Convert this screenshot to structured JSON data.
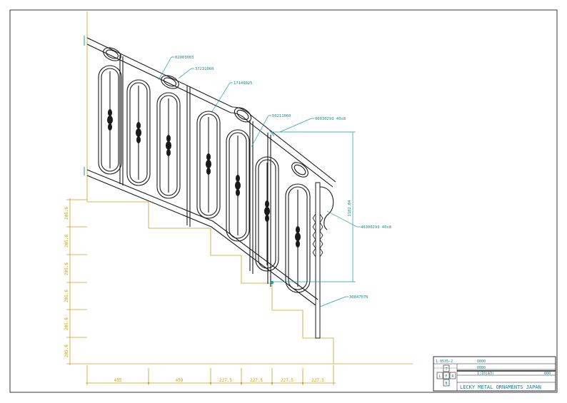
{
  "drawing": {
    "callouts": [
      "02003003",
      "37231060",
      "17140025",
      "50211060",
      "00030293 40x8",
      "40300293 40x8",
      "30847076"
    ],
    "height_dim": "1182.04",
    "riser_dims": [
      "205.6",
      "205.6",
      "205.6",
      "205.6",
      "205.6",
      "205.6"
    ],
    "run_dims": [
      "455",
      "459",
      "227.5",
      "227.5",
      "227.5",
      "227.5"
    ]
  },
  "title_block": {
    "drawing_no": "1-0535-2",
    "field_a": "0000",
    "field_b": "0000",
    "scale": "1:10(A3)",
    "sheet_no": "000",
    "views": [
      "T",
      "L",
      "F",
      "R",
      "B"
    ],
    "company": "LECKY METAL ORNAMENTS JAPAN"
  }
}
